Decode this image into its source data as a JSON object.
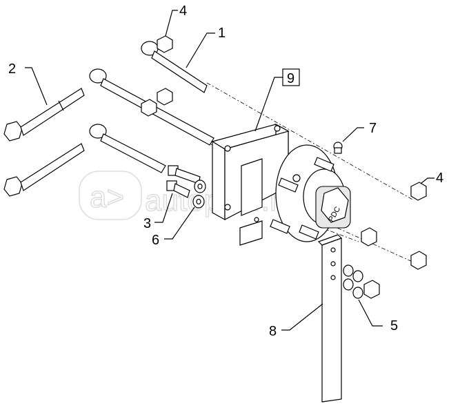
{
  "diagram": {
    "callouts": {
      "c1": "1",
      "c2": "2",
      "c3": "3",
      "c4a": "4",
      "c4b": "4",
      "c5": "5",
      "c6": "6",
      "c7": "7",
      "c8": "8",
      "c9": "9"
    },
    "hub_marking": "PDC",
    "watermark": "autopiter.ru"
  }
}
